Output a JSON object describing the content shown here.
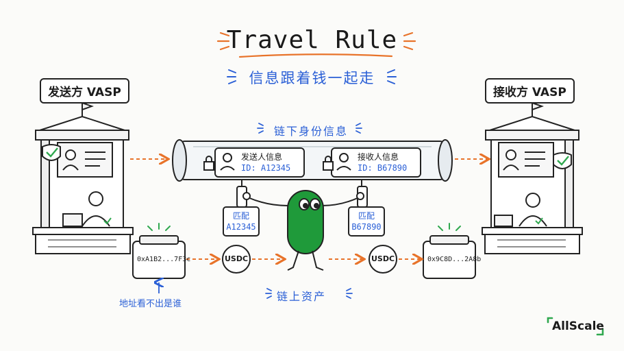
{
  "title": "Travel Rule",
  "subtitle": "信息跟着钱一起走",
  "sender_vasp": {
    "label": "发送方 VASP"
  },
  "receiver_vasp": {
    "label": "接收方 VASP"
  },
  "offchain": {
    "label": "链下身份信息"
  },
  "sender_info": {
    "title": "发送人信息",
    "id": "ID: A12345"
  },
  "receiver_info": {
    "title": "接收人信息",
    "id": "ID: B67890"
  },
  "match_left": {
    "label": "匹配",
    "id": "A12345"
  },
  "match_right": {
    "label": "匹配",
    "id": "B67890"
  },
  "onchain": {
    "label": "链上资产"
  },
  "coin_left": "USDC",
  "coin_right": "USDC",
  "wallet_left": {
    "address": "0xA1B2...7F3c"
  },
  "wallet_right": {
    "address": "0x9C8D...2A8b"
  },
  "address_note": "地址看不出是谁",
  "brand": "AllScale",
  "colors": {
    "accent_blue": "#2a5fd6",
    "accent_orange": "#e8732a",
    "character_green": "#1f9a3a",
    "check_green": "#2fa84f"
  }
}
